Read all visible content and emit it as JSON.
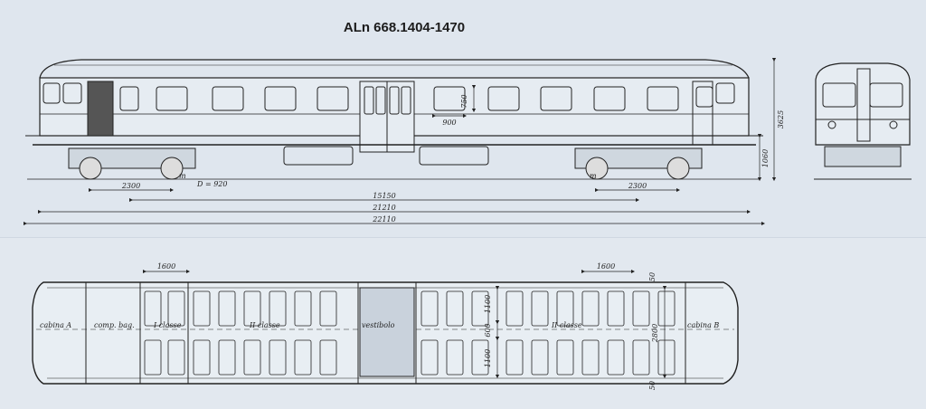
{
  "title": "ALn 668.1404-1470",
  "side_view": {
    "dims": {
      "window_height": "750",
      "window_width": "900",
      "total_height": "3625",
      "floor_height": "1060",
      "bogie_wheelbase_left": "2300",
      "bogie_wheelbase_right": "2300",
      "wheel_marker_left": "m",
      "wheel_marker_right": "m",
      "wheel_diameter": "D = 920",
      "bogie_centers": "15150",
      "body_length": "21210",
      "overall_length": "22110"
    }
  },
  "plan_view": {
    "dims": {
      "bay_pitch_left": "1600",
      "bay_pitch_right": "1600",
      "seat_width_top": "1100",
      "aisle_width": "600",
      "seat_width_bottom": "1100",
      "body_width": "2800",
      "edge_top": "50",
      "edge_bottom": "50"
    },
    "compartments": {
      "cabina_a": "cabina A",
      "comp_bag": "comp. bag.",
      "first_class": "I classe",
      "second_class_left": "II classe",
      "vestibule": "vestibolo",
      "second_class_right": "II classe",
      "cabina_b": "cabina B"
    }
  }
}
